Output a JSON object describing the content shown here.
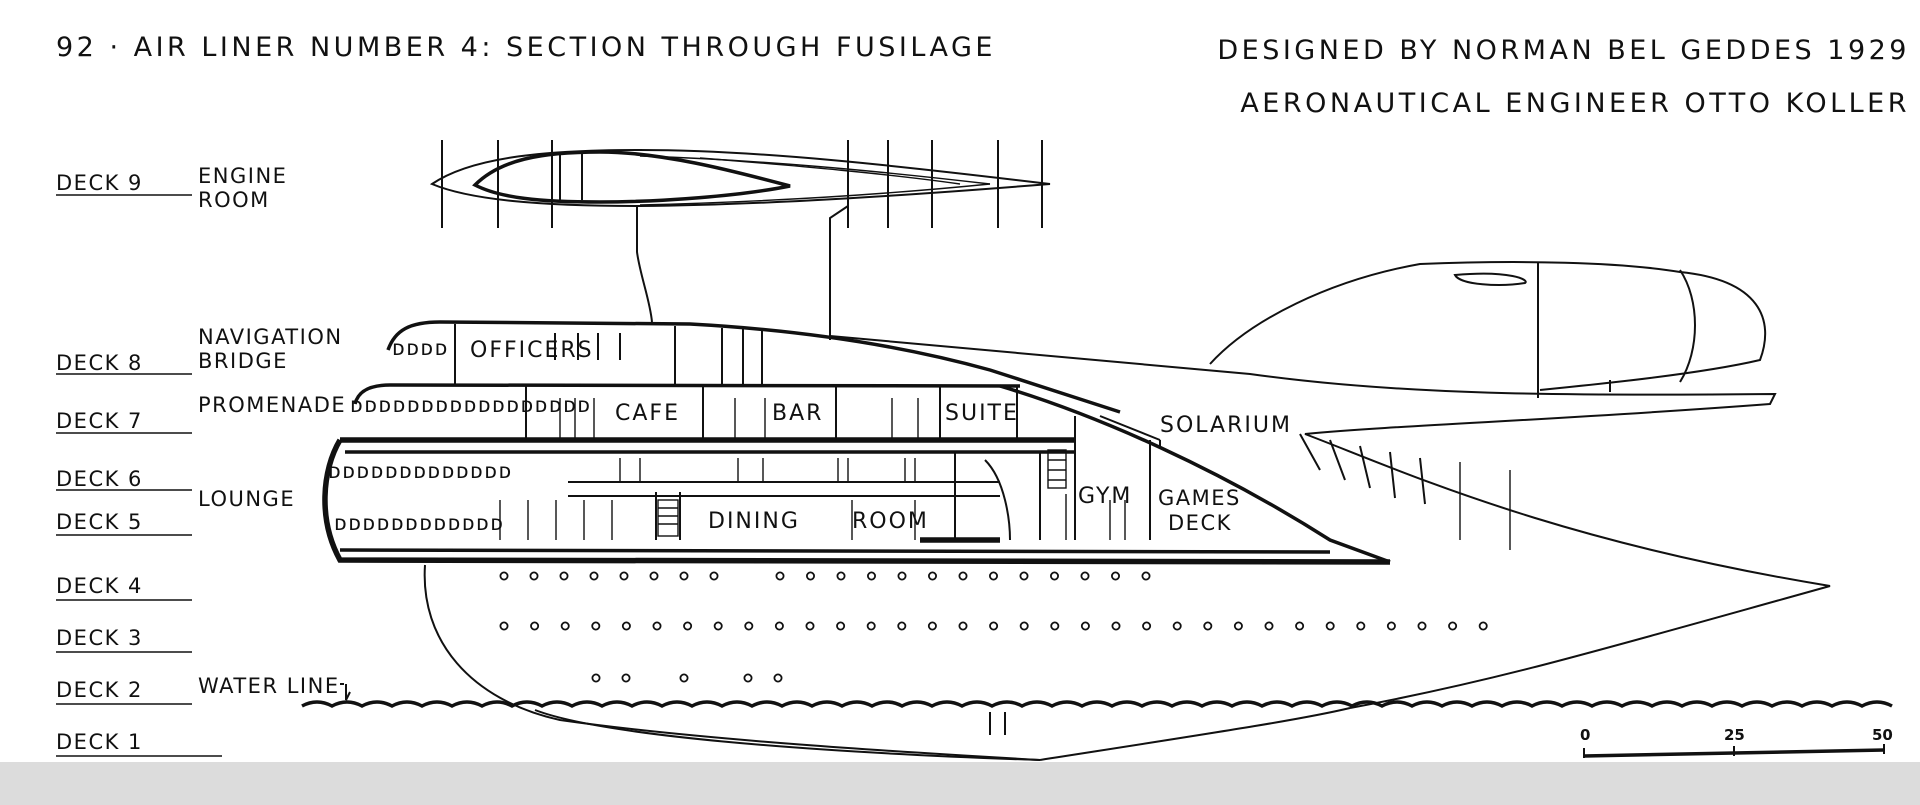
{
  "header": {
    "title": "92 · AIR LINER NUMBER 4: SECTION THROUGH FUSILAGE",
    "credit_designer": "DESIGNED BY NORMAN BEL GEDDES 1929",
    "credit_engineer": "AERONAUTICAL ENGINEER OTTO KOLLER"
  },
  "decks": [
    {
      "label": "DECK 9",
      "name": "ENGINE",
      "name2": "ROOM"
    },
    {
      "label": "DECK 8",
      "name": "NAVIGATION",
      "name2": "BRIDGE"
    },
    {
      "label": "DECK 7",
      "name": "PROMENADE"
    },
    {
      "label": "DECK 6"
    },
    {
      "label": "DECK 5",
      "name": "LOUNGE"
    },
    {
      "label": "DECK 4"
    },
    {
      "label": "DECK 3"
    },
    {
      "label": "DECK 2",
      "name": "WATER LINE"
    },
    {
      "label": "DECK 1"
    }
  ],
  "rooms": {
    "officers": "OFFICERS",
    "cafe": "CAFE",
    "bar": "BAR",
    "suite": "SUITE",
    "solarium": "SOLARIUM",
    "gym": "GYM",
    "games1": "GAMES",
    "games2": "DECK",
    "dining": "DINING",
    "room": "ROOM"
  },
  "scale": {
    "ticks": [
      "0",
      "25",
      "50"
    ]
  },
  "colors": {
    "ink": "#111111",
    "paper": "#ffffff",
    "band": "#dcdcdc"
  }
}
